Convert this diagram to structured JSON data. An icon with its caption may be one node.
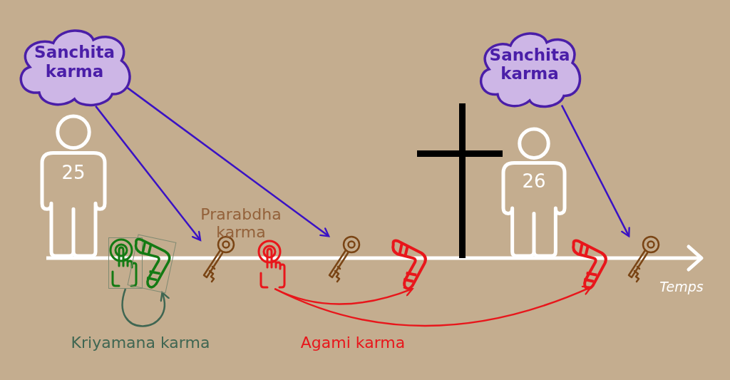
{
  "diagram": {
    "nodes": [
      {
        "text": [
          "Sanchita karma"
        ]
      },
      {
        "text": [
          "Sanchita karma"
        ]
      },
      {
        "text": [
          "25"
        ]
      },
      {
        "text": [
          "26"
        ]
      },
      {
        "text": [],
        "shape": "picture"
      },
      {
        "text": [],
        "shape": "picture"
      },
      {
        "text": [],
        "shape": "picture"
      },
      {
        "text": [],
        "shape": "picture"
      },
      {
        "text": [],
        "shape": "picture"
      },
      {
        "text": [],
        "shape": "picture"
      },
      {
        "text": [],
        "shape": "picture"
      },
      {
        "text": [],
        "shape": "picture"
      }
    ],
    "edges": [
      {
        "from": 0,
        "to": 6,
        "arrow": "to"
      },
      {
        "from": 0,
        "to": 8,
        "arrow": "to"
      },
      {
        "from": 1,
        "to": 11,
        "arrow": "to"
      },
      {
        "from": 4,
        "to": 5,
        "arrow": "to",
        "color": "#3f6652"
      },
      {
        "from": 7,
        "to": 9,
        "arrow": "to",
        "color": "#e8161b"
      },
      {
        "from": 7,
        "to": 10,
        "arrow": "to",
        "color": "#e8161b"
      }
    ],
    "labels": [
      "Prarabdha karma",
      "Kriyamana karma",
      "Agami karma",
      "Temps"
    ]
  }
}
